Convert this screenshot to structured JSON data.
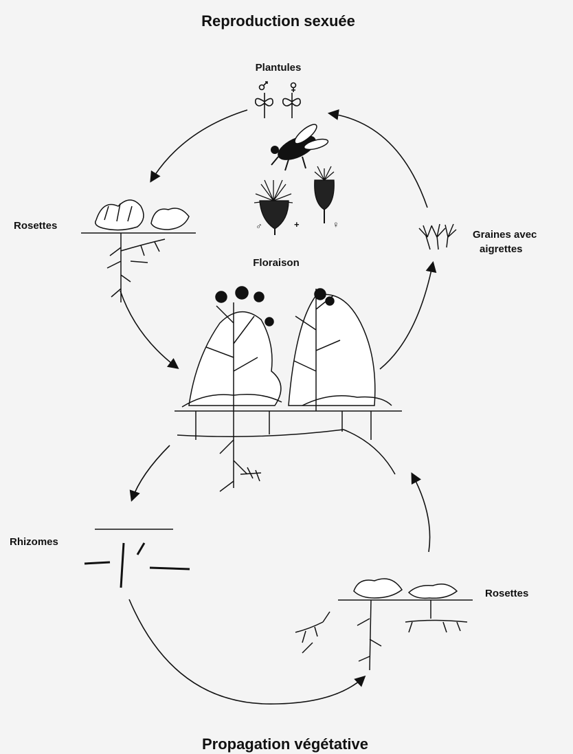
{
  "diagram": {
    "title_top": "Reproduction sexuée",
    "title_bottom": "Propagation végétative",
    "labels": {
      "plantules": "Plantules",
      "rosettes_sexual": "Rosettes",
      "graines_line1": "Graines avec",
      "graines_line2": "aigrettes",
      "floraison": "Floraison",
      "rhizomes": "Rhizomes",
      "rosettes_vegetative": "Rosettes"
    },
    "symbols": {
      "male": "♂",
      "female": "♀",
      "plus": "+"
    },
    "colors": {
      "background": "#f4f4f4",
      "ink": "#111111"
    }
  }
}
